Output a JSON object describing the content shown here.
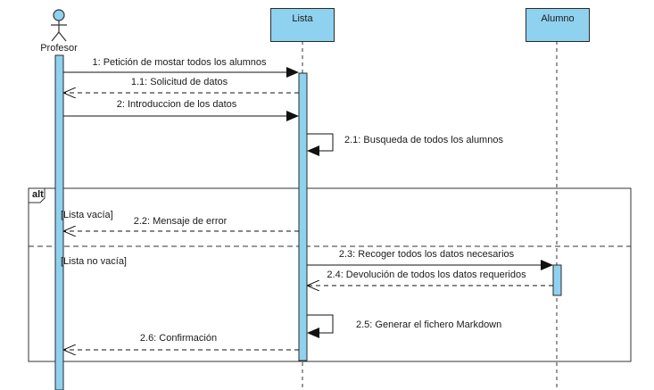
{
  "lifelines": {
    "profesor": "Profesor",
    "lista": "Lista",
    "alumno": "Alumno"
  },
  "fragment": {
    "operator": "alt",
    "guard1": "[Lista vacía]",
    "guard2": "[Lista no vacía]"
  },
  "messages": {
    "m1": "1: Petición de mostar todos los alumnos",
    "m1_1": "1.1: Solicitud de datos",
    "m2": "2: Introduccion de los datos",
    "m2_1": "2.1: Busqueda de todos los alumnos",
    "m2_2": "2.2: Mensaje de error",
    "m2_3": "2.3: Recoger todos los datos necesarios",
    "m2_4": "2.4: Devolución de todos los datos requeridos",
    "m2_5": "2.5: Generar el fichero Markdown",
    "m2_6": "2.6: Confirmación"
  },
  "colors": {
    "activation": "#8fd2ef",
    "line": "#2a2a2a"
  }
}
